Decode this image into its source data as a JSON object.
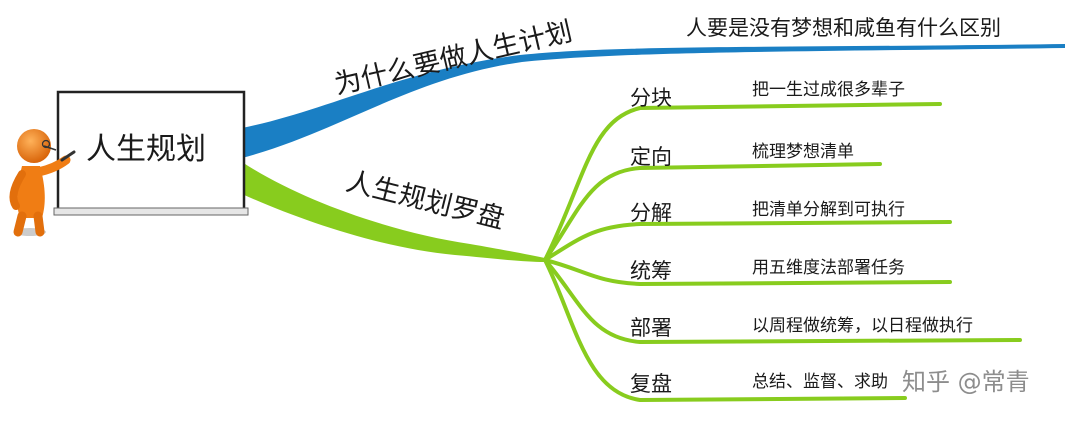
{
  "root": {
    "label": "人生规划"
  },
  "branch_why": {
    "label": "为什么要做人生计划",
    "detail": "人要是没有梦想和咸鱼有什么区别",
    "color": "#1a7fc4"
  },
  "branch_compass": {
    "label": "人生规划罗盘",
    "color": "#88cc1e",
    "items": [
      {
        "label": "分块",
        "detail": "把一生过成很多辈子"
      },
      {
        "label": "定向",
        "detail": "梳理梦想清单"
      },
      {
        "label": "分解",
        "detail": "把清单分解到可执行"
      },
      {
        "label": "统筹",
        "detail": "用五维度法部署任务"
      },
      {
        "label": "部署",
        "detail": "以周程做统筹，以日程做执行"
      },
      {
        "label": "复盘",
        "detail": "总结、监督、求助"
      }
    ]
  },
  "watermark": "知乎 @常青",
  "colors": {
    "figure_orange": "#f07d14",
    "board_border": "#222222"
  }
}
